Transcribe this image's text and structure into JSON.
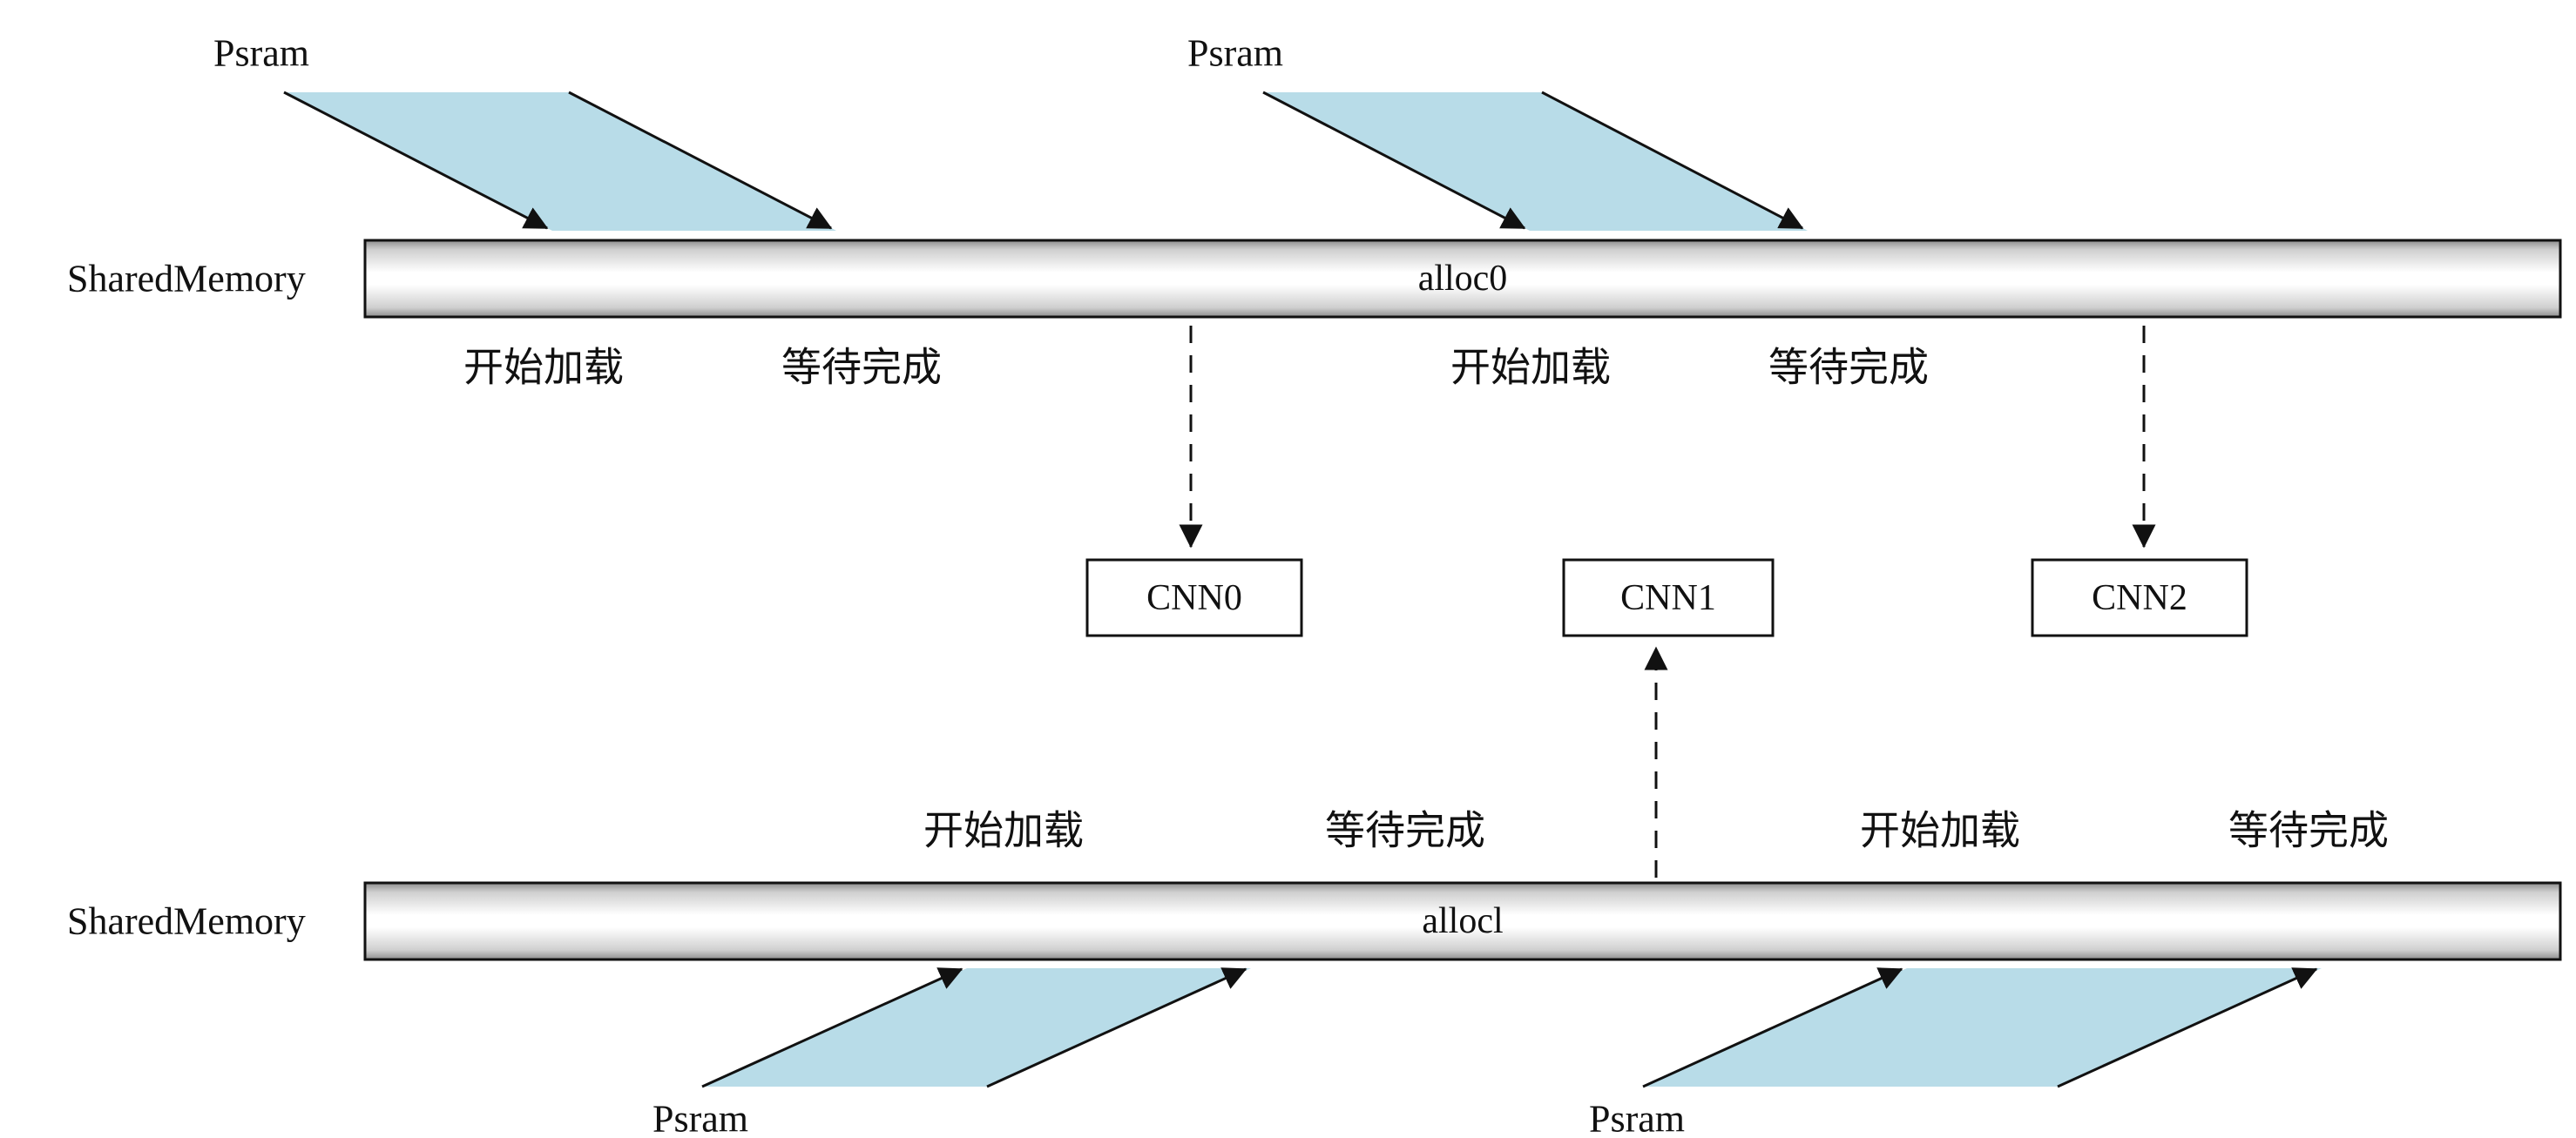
{
  "diagram": {
    "colors": {
      "band_fill": "#b8dce8",
      "line": "#111111"
    },
    "memory_rows": {
      "top": {
        "label": "SharedMemory",
        "bar_label": "alloc0"
      },
      "bottom": {
        "label": "SharedMemory",
        "bar_label": "allocl"
      }
    },
    "psram": {
      "top_left": "Psram",
      "top_right": "Psram",
      "bottom_left": "Psram",
      "bottom_right": "Psram"
    },
    "events": {
      "start_load": "开始加载",
      "wait_done": "等待完成"
    },
    "cnn_boxes": {
      "cnn0": "CNN0",
      "cnn1": "CNN1",
      "cnn2": "CNN2"
    }
  }
}
